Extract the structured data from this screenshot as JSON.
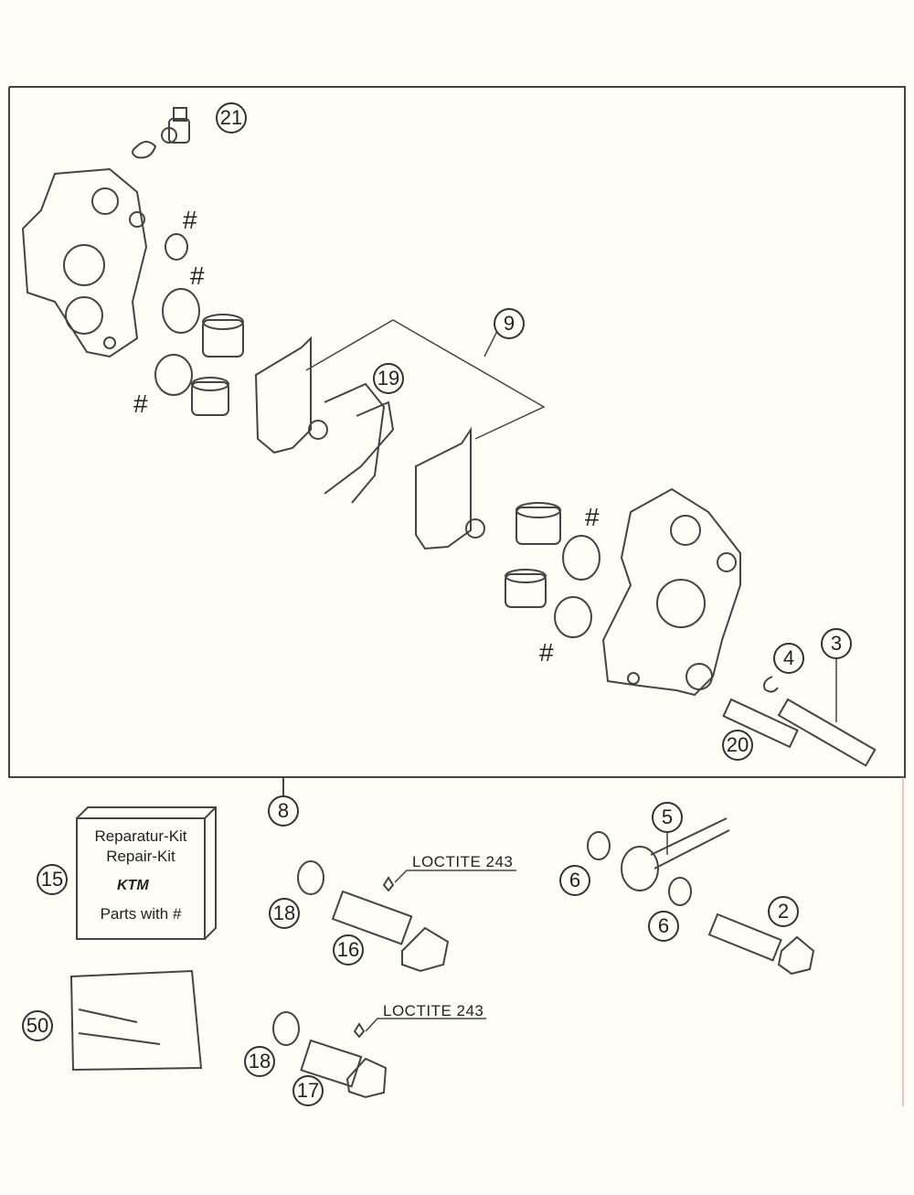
{
  "callouts": {
    "c21": "21",
    "c9": "9",
    "c19": "19",
    "c4": "4",
    "c3": "3",
    "c20": "20",
    "c8": "8",
    "c15": "15",
    "c5": "5",
    "c6a": "6",
    "c6b": "6",
    "c2": "2",
    "c18a": "18",
    "c16": "16",
    "c50": "50",
    "c18b": "18",
    "c17": "17"
  },
  "hash_mark": "#",
  "loctite_a": "LOCTITE 243",
  "loctite_b": "LOCTITE 243",
  "kit": {
    "line1": "Reparatur-Kit",
    "line2": "Repair-Kit",
    "logo": "KTM",
    "line3": "Parts with #"
  }
}
